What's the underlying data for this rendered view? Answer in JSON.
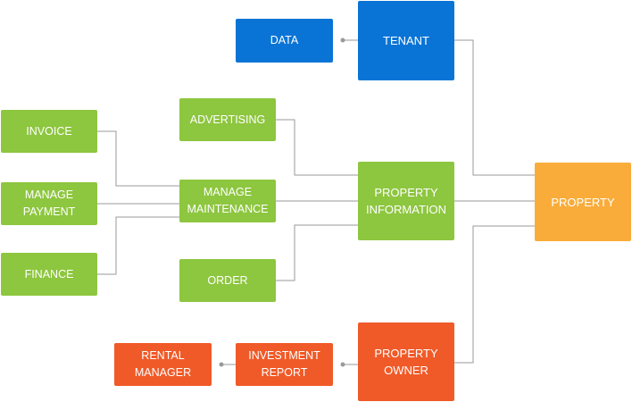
{
  "colors": {
    "blue": "#0a74d6",
    "green": "#8dc63f",
    "orange": "#f9ac3a",
    "red": "#f05a28",
    "connector": "#9a9a9a"
  },
  "nodes": {
    "data": "DATA",
    "tenant": "TENANT",
    "advertising": "ADVERTISING",
    "invoice": "INVOICE",
    "manage_payment": "MANAGE\nPAYMENT",
    "manage_maintenance": "MANAGE\nMAINTENANCE",
    "finance": "FINANCE",
    "order": "ORDER",
    "property_information": "PROPERTY\nINFORMATION",
    "property": "PROPERTY",
    "property_owner": "PROPERTY\nOWNER",
    "investment_report": "INVESTMENT\nREPORT",
    "rental_manager": "RENTAL\nMANAGER"
  }
}
